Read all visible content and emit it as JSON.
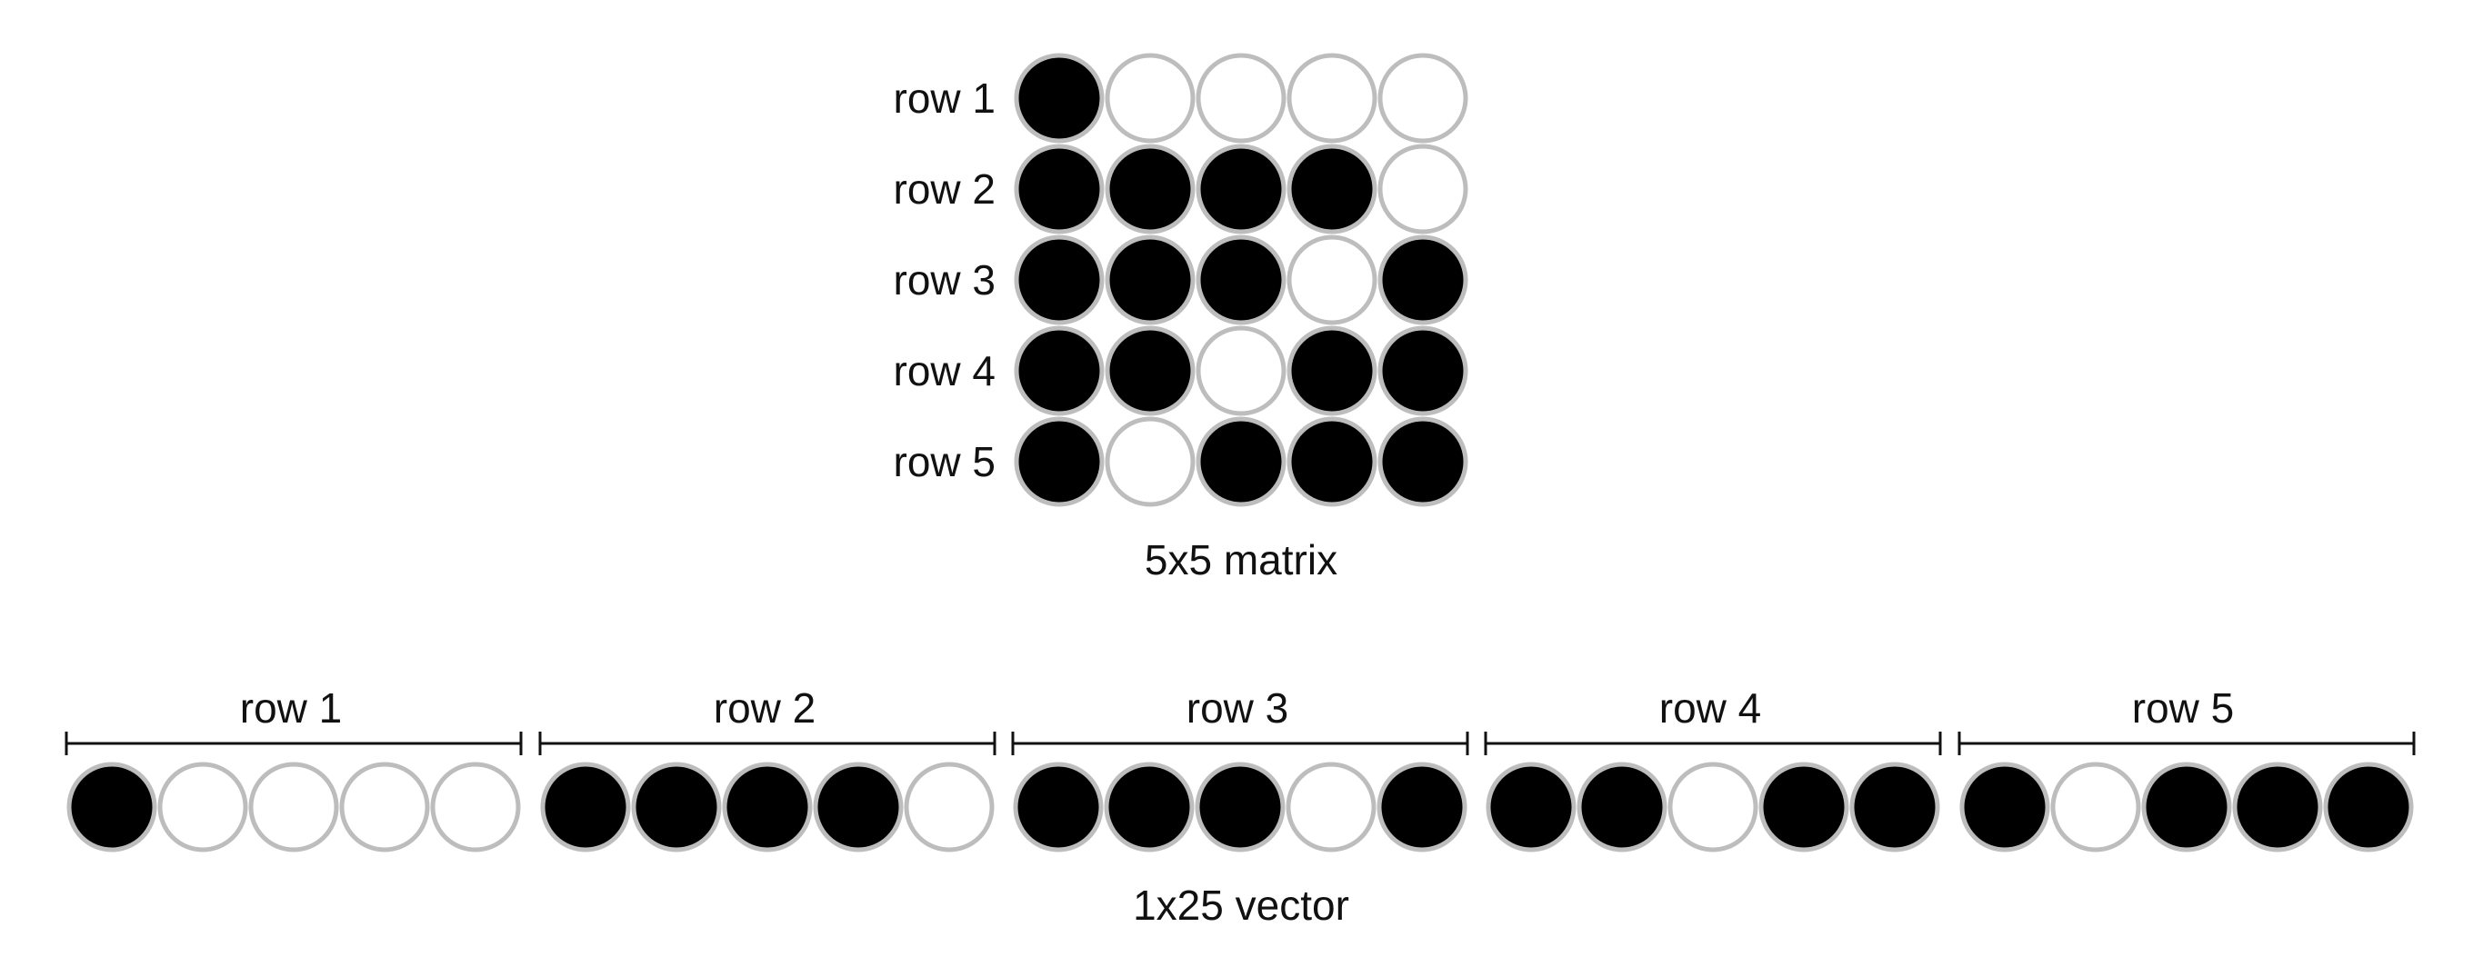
{
  "matrix": {
    "caption": "5x5 matrix",
    "row_labels": [
      "row 1",
      "row 2",
      "row 3",
      "row 4",
      "row 5"
    ],
    "rows": [
      [
        1,
        0,
        0,
        0,
        0
      ],
      [
        1,
        1,
        1,
        1,
        0
      ],
      [
        1,
        1,
        1,
        0,
        1
      ],
      [
        1,
        1,
        0,
        1,
        1
      ],
      [
        1,
        0,
        1,
        1,
        1
      ]
    ]
  },
  "vector": {
    "caption": "1x25 vector",
    "group_labels": [
      "row 1",
      "row 2",
      "row 3",
      "row 4",
      "row 5"
    ]
  },
  "colors": {
    "filled": "#000000",
    "empty": "#ffffff",
    "outline": "#bdbdbd",
    "text": "#111111"
  }
}
